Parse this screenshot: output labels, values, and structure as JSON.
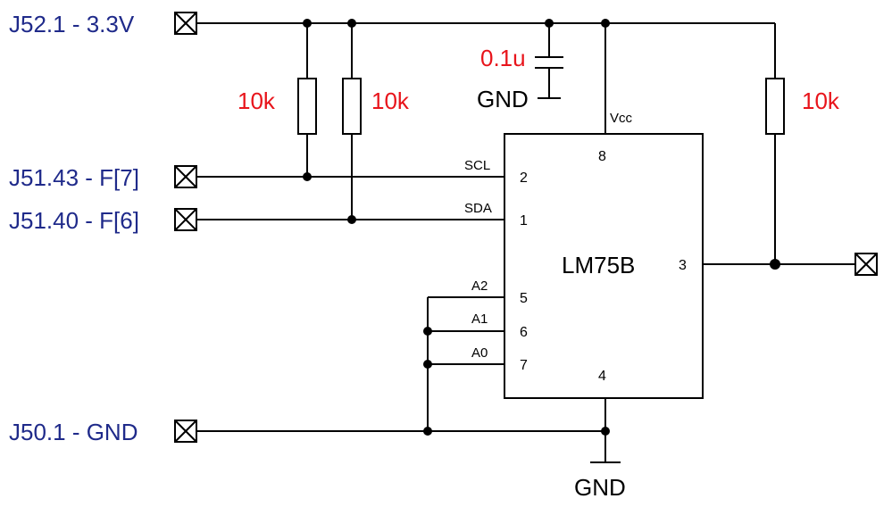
{
  "connectors": {
    "vcc": "J52.1  - 3.3V",
    "scl": "J51.43 - F[7]",
    "sda": "J51.40 - F[6]",
    "gnd": "J50.1  - GND"
  },
  "values": {
    "r_scl": "10k",
    "r_sda": "10k",
    "r_os": "10k",
    "cap": "0.1u"
  },
  "ground_labels": {
    "cap": "GND",
    "bottom": "GND"
  },
  "chip": {
    "name": "LM75B",
    "vcc_label": "Vcc",
    "pins": {
      "p1": "1",
      "p2": "2",
      "p3": "3",
      "p4": "4",
      "p5": "5",
      "p6": "6",
      "p7": "7",
      "p8": "8"
    },
    "signals": {
      "scl": "SCL",
      "sda": "SDA",
      "a2": "A2",
      "a1": "A1",
      "a0": "A0"
    }
  }
}
